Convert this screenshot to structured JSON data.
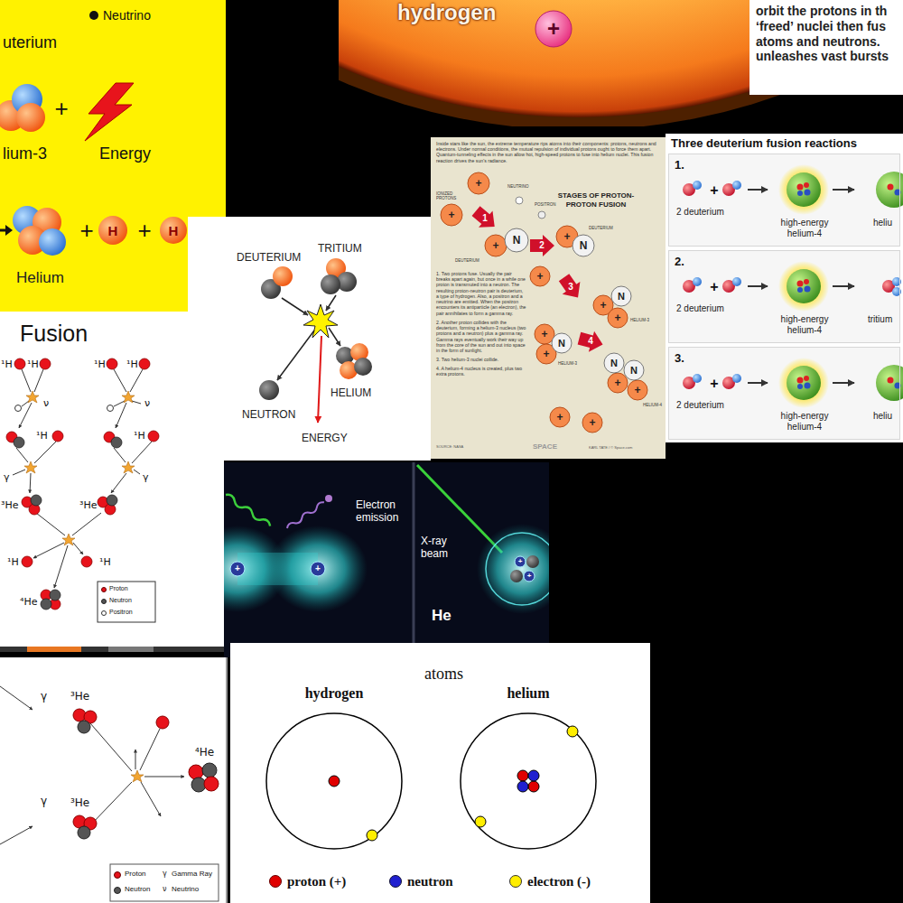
{
  "diagram": {
    "nodes": [
      {
        "text": [
          "orbit the protons in th ‘freed’ nuclei then fus atoms and neutrons. unleashes vast bursts"
        ]
      },
      {
        "text": [
          "Three deuterium fusion reactions"
        ]
      },
      {
        "text": [
          "1.",
          "+",
          "2 deuterium",
          "high-energy helium-4",
          "heliu"
        ],
        "in": 1
      },
      {
        "text": [
          "2.",
          "+",
          "2 deuterium",
          "high-energy helium-4",
          "tritium"
        ],
        "in": 1
      },
      {
        "text": [
          "3.",
          "+",
          "2 deuterium",
          "high-energy helium-4",
          "heliu"
        ],
        "in": 1
      },
      {
        "text": [
          "hydrogen"
        ]
      },
      {
        "text": [
          "helium"
        ]
      }
    ],
    "labels": [
      "Neutrino",
      "uterium",
      "+",
      "lium-3",
      "Energy",
      "+",
      "H",
      "+",
      "H",
      "Helium",
      "hydrogen",
      "+",
      "Inside stars like the sun, the extreme temperature rips atoms into their components: protons, neutrons and electrons. Under normal conditions, the mutual repulsion of individual protons ought to force them apart. Quantum-tunneling effects in the sun allow hot, high-speed protons to fuse into helium nuclei. This fusion reaction drives the sun's radiance.",
      "STAGES OF PROTON-PROTON FUSION",
      "IONIZED PROTONS",
      "+",
      "+",
      "1",
      "NEUTRINO",
      "POSITRON",
      "N",
      "+",
      "DEUTERIUM",
      "2",
      "+",
      "N",
      "DEUTERIUM",
      "+",
      "3",
      "N",
      "+",
      "+",
      "HELIUM-3",
      "+",
      "N",
      "+",
      "HELIUM-3",
      "4",
      "N",
      "N",
      "+",
      "+",
      "HELIUM-4",
      "+",
      "+",
      "1. Two protons fuse. Usually the pair breaks apart again, but once in a while one proton is transmuted into a neutron. The resulting proton-neutron pair is deuterium, a type of hydrogen. Also, a positron and a neutrino are emitted. When the positron encounters its antiparticle (an electron), the pair annihilates to form a gamma ray.",
      "2. Another proton collides with the deuterium, forming a helium-3 nucleus (two protons and a neutron) plus a gamma ray. Gamma rays eventually work their way up from the core of the sun and out into space in the form of sunlight.",
      "3. Two helium-3 nuclei collide.",
      "4. A helium-4 nucleus is created, plus two extra protons.",
      "SOURCE: NASA",
      "SPACE",
      "KARL TATE / © Space.com",
      "DEUTERIUM",
      "TRITIUM",
      "HELIUM",
      "NEUTRON",
      "ENERGY",
      "Fusion",
      "¹H",
      "¹H",
      "¹H",
      "¹H",
      "ν",
      "ν",
      "¹H",
      "¹H",
      "γ",
      "γ",
      "³He",
      "³He",
      "¹H",
      "¹H",
      "⁴He",
      "+",
      "+",
      "Electron emission",
      "X-ray beam",
      "+",
      "He",
      "+",
      "γ",
      "³He",
      "⁴He",
      "γ",
      "³He",
      "γ",
      "ν",
      "atoms"
    ],
    "legend": [
      {
        "text": "Proton",
        "color": "#e8131b"
      },
      {
        "text": "Neutron",
        "color": "#555555"
      },
      {
        "text": "Positron",
        "color": "#ffffff"
      },
      {
        "text": "Proton",
        "color": "#e8131b"
      },
      {
        "text": "Neutron",
        "color": "#555555"
      },
      {
        "text": "Gamma Ray"
      },
      {
        "text": "Neutrino"
      },
      {
        "text": "proton (+)",
        "color": "#e00000"
      },
      {
        "text": "neutron",
        "color": "#2020d0"
      },
      {
        "text": "electron (-)",
        "color": "#ffee00"
      }
    ]
  }
}
